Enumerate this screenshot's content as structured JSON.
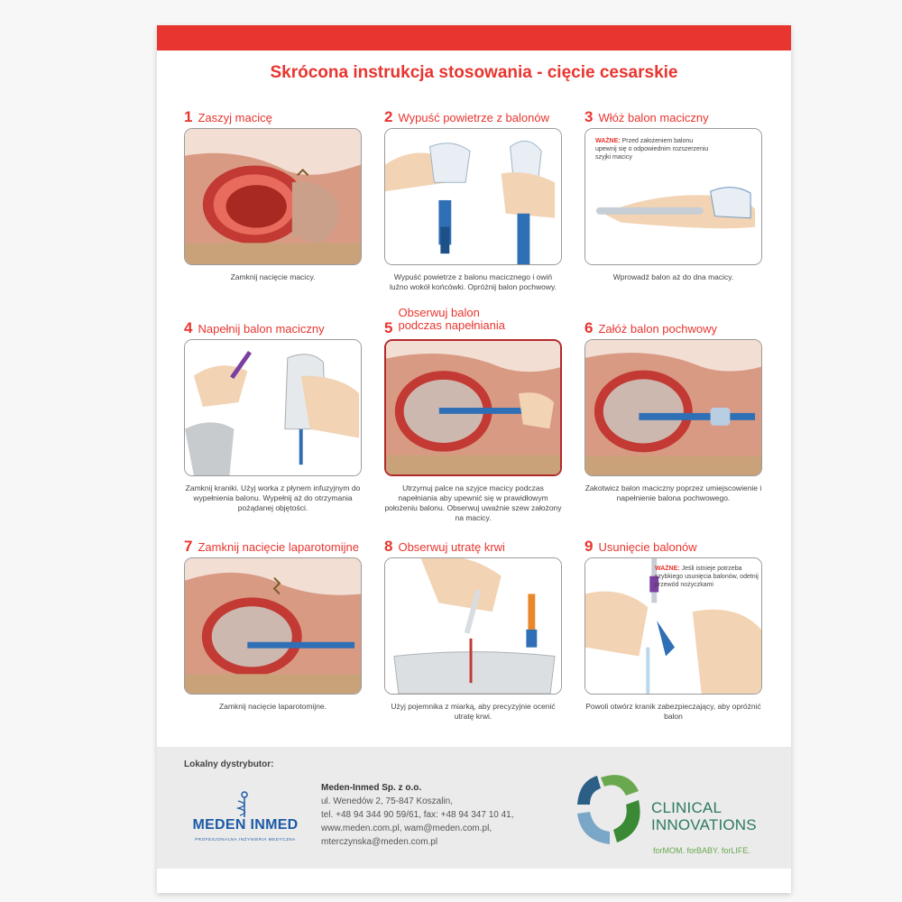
{
  "title": "Skrócona instrukcja stosowania - cięcie cesarskie",
  "steps": [
    {
      "num": "1",
      "title": "Zaszyj macicę",
      "caption": "Zamknij nacięcie macicy.",
      "note_label": "",
      "note_text": ""
    },
    {
      "num": "2",
      "title": "Wypuść powietrze z balonów",
      "caption": "Wypuść powietrze z balonu macicznego i owiń luźno wokół końcówki. Opróżnij balon pochwowy.",
      "note_label": "",
      "note_text": ""
    },
    {
      "num": "3",
      "title": "Włóż balon maciczny",
      "caption": "Wprowadź balon aż do dna macicy.",
      "note_label": "WAŻNE:",
      "note_text": "Przed założeniem balonu upewnij się o odpowiednim rozszerzeniu szyjki macicy"
    },
    {
      "num": "4",
      "title": "Napełnij balon maciczny",
      "caption": "Zamknij kraniki. Użyj worka z płynem infuzyjnym do wypełnienia balonu. Wypełnij aż do otrzymania pożądanej objętości.",
      "note_label": "",
      "note_text": ""
    },
    {
      "num": "5",
      "title": "Obserwuj balon podczas napełniania",
      "caption": "Utrzymuj palce na szyjce macicy podczas napełniania aby upewnić się w prawidłowym położeniu balonu. Obserwuj uważnie szew założony na macicy.",
      "note_label": "",
      "note_text": ""
    },
    {
      "num": "6",
      "title": "Załóż balon pochwowy",
      "caption": "Zakotwicz balon maciczny poprzez umiejscowienie i napełnienie balona pochwowego.",
      "note_label": "",
      "note_text": ""
    },
    {
      "num": "7",
      "title": "Zamknij nacięcie laparotomijne",
      "caption": "Zamknij nacięcie laparotomijne.",
      "note_label": "",
      "note_text": ""
    },
    {
      "num": "8",
      "title": "Obserwuj utratę krwi",
      "caption": "Użyj pojemnika z miarką, aby precyzyjnie ocenić utratę krwi.",
      "note_label": "",
      "note_text": ""
    },
    {
      "num": "9",
      "title": "Usunięcie balonów",
      "caption": "Powoli otwórz kranik zabezpieczający, aby opróżnić balon",
      "note_label": "WAŻNE:",
      "note_text": "Jeśli istnieje potrzeba szybkiego usunięcia balonów, odetnij przewód nożyczkami"
    }
  ],
  "footer": {
    "distributor_label": "Lokalny dystrybutor:",
    "meden_logo_text": "MEDEN INMED",
    "meden_logo_sub": "PROFESJONALNA INŻYNIERIA MEDYCZNA",
    "company": "Meden-Inmed Sp. z o.o.",
    "address": "ul. Wenedów 2, 75-847 Koszalin,",
    "phone": "tel. +48 94 344 90 59/61, fax: +48 94 347 10 41,",
    "web_email": "www.meden.com.pl, wam@meden.com.pl,",
    "email2": "mterczynska@meden.com.pl",
    "ci_line1": "CLINICAL",
    "ci_line2": "INNOVATIONS",
    "ci_tagline": "forMOM. forBABY. forLIFE."
  },
  "colors": {
    "accent_red": "#e8352f",
    "text_gray": "#444444",
    "meden_blue": "#1c5aa6",
    "ci_green": "#2d7a5f"
  }
}
